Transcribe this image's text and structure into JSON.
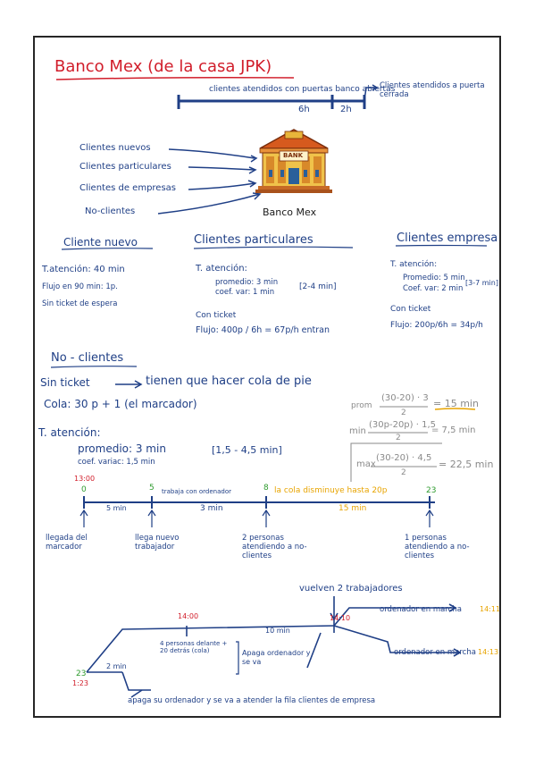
{
  "title": "Banco Mex (de la casa JPK)",
  "timeline_top": {
    "label_open": "clientes atendidos con puertas banco abiertas",
    "hours_open": "6h",
    "hours_closed": "2h",
    "label_closed": "Clientes atendidos a puerta cerrada"
  },
  "clients_list": [
    "Clientes nuevos",
    "Clientes particulares",
    "Clientes de empresas",
    "No-clientes"
  ],
  "bank": {
    "sign": "BANK",
    "name": "Banco Mex"
  },
  "cliente_nuevo": {
    "heading": "Cliente nuevo",
    "line1": "T.atención: 40 min",
    "line2": "Flujo en 90 min: 1p.",
    "line3": "Sin ticket de espera"
  },
  "clientes_particulares": {
    "heading": "Clientes particulares",
    "tatencion": "T. atención:",
    "promedio": "promedio: 3 min",
    "coef": "coef. var: 1 min",
    "range": "[2-4 min]",
    "ticket": "Con ticket",
    "flujo": "Flujo: 400p / 6h = 67p/h entran"
  },
  "clientes_empresa": {
    "heading": "Clientes empresa",
    "tatencion": "T. atención:",
    "promedio": "Promedio: 5 min",
    "coef": "Coef. var: 2 min",
    "range": "[3-7 min]",
    "ticket": "Con ticket",
    "flujo": "Flujo: 200p/6h = 34p/h"
  },
  "no_clientes": {
    "heading": "No - clientes",
    "sin_ticket": "Sin ticket",
    "cola_pie": "tienen que hacer cola de pie",
    "cola": "Cola: 30 p + 1 (el marcador)",
    "tatencion": "T. atención:",
    "promedio": "promedio: 3 min",
    "coef": "coef. variac: 1,5 min",
    "range": "[1,5 - 4,5 min]"
  },
  "calc": {
    "prom_label": "prom",
    "prom_num": "(30-20) · 3",
    "prom_den": "2",
    "prom_res": "= 15 min",
    "min_label": "min",
    "min_num": "(30p-20p) · 1,5",
    "min_den": "2",
    "min_res": "= 7,5 min",
    "max_label": "max",
    "max_num": "(30-20) · 4,5",
    "max_den": "2",
    "max_res": "= 22,5 min"
  },
  "timeline_mid": {
    "start_time": "13:00",
    "t0": "0",
    "t5": "5",
    "t8": "8",
    "t23": "23",
    "seg_a": "5 min",
    "seg_b": "3 min",
    "seg_b_top": "trabaja con ordenador",
    "seg_c": "15 min",
    "seg_c_top": "la cola disminuye hasta 20p",
    "ev1": "llegada del marcador",
    "ev2": "llega nuevo trabajador",
    "ev3": "2 personas atendiendo a no-clientes",
    "ev4": "1 personas atendiendo a no-clientes"
  },
  "timeline_bottom": {
    "vuelven": "vuelven 2 trabajadores",
    "t23": "23",
    "t123": "1:23",
    "seg1": "2 min",
    "time14": "14:00",
    "seg2": "10 min",
    "time1410": "14:10",
    "note_left": "4 personas delante + 20 detrás (cola)",
    "note_right": "Apaga ordenador y se va",
    "ord1": "ordenador en marcha",
    "ord1_time": "14:11",
    "ord2": "ordenador en marcha",
    "ord2_time": "14:13",
    "bottom": "apaga su ordenador y se va a atender la fila clientes de empresa"
  }
}
